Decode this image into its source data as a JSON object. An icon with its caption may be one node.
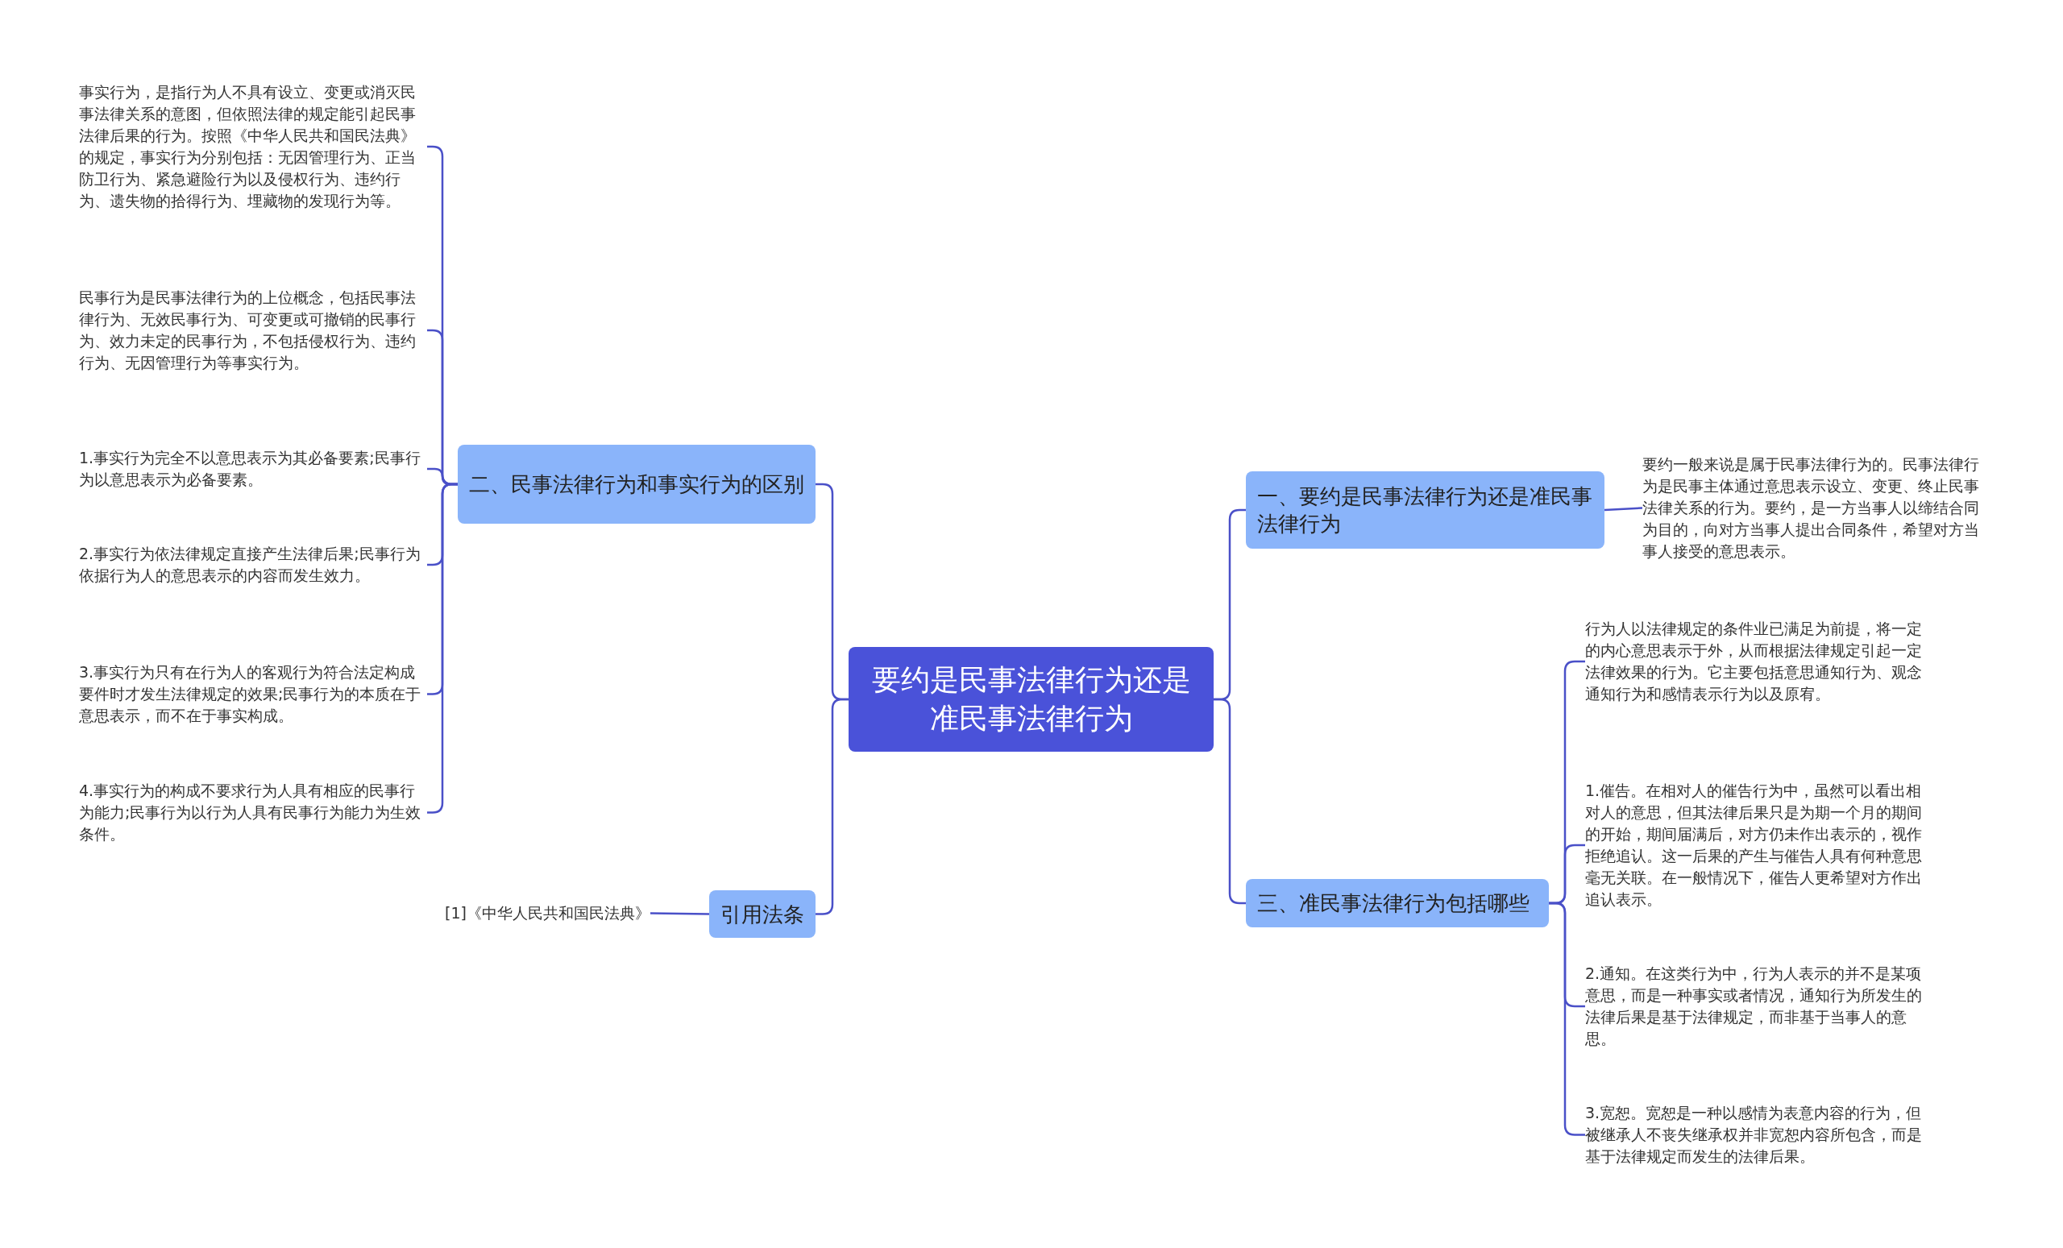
{
  "diagram": {
    "nodes": [
      {
        "text": [
          "要约是民事法律行为还是准民事法律行为"
        ]
      },
      {
        "text": [
          "一、要约是民事法律行为还是准民事法律行为"
        ]
      },
      {
        "text": [
          "要约一般来说是属于民事法律行为的。民事法律行为是民事主体通过意思表示设立、变更、终止民事法律关系的行为。要约，是一方当事人以缔结合同为目的，向对方当事人提出合同条件，希望对方当事人接受的意思表示。"
        ]
      },
      {
        "text": [
          "三、准民事法律行为包括哪些"
        ]
      },
      {
        "text": [
          "行为人以法律规定的条件业已满足为前提，将一定的内心意思表示于外，从而根据法律规定引起一定法律效果的行为。它主要包括意思通知行为、观念通知行为和感情表示行为以及原宥。"
        ]
      },
      {
        "text": [
          "1.催告。在相对人的催告行为中，虽然可以看出相对人的意思，但其法律后果只是为期一个月的期间的开始，期间届满后，对方仍未作出表示的，视作拒绝追认。这一后果的产生与催告人具有何种意思毫无关联。在一般情况下，催告人更希望对方作出追认表示。"
        ]
      },
      {
        "text": [
          "2.通知。在这类行为中，行为人表示的并不是某项意思，而是一种事实或者情况，通知行为所发生的法律后果是基于法律规定，而非基于当事人的意思。"
        ]
      },
      {
        "text": [
          "3.宽恕。宽恕是一种以感情为表意内容的行为，但被继承人不丧失继承权并非宽恕内容所包含，而是基于法律规定而发生的法律后果。"
        ]
      },
      {
        "text": [
          "二、民事法律行为和事实行为的区别"
        ]
      },
      {
        "text": [
          "事实行为，是指行为人不具有设立、变更或消灭民事法律关系的意图，但依照法律的规定能引起民事法律后果的行为。按照《中华人民共和国民法典》的规定，事实行为分别包括：无因管理行为、正当防卫行为、紧急避险行为以及侵权行为、违约行为、遗失物的拾得行为、埋藏物的发现行为等。"
        ]
      },
      {
        "text": [
          "民事行为是民事法律行为的上位概念，包括民事法律行为、无效民事行为、可变更或可撤销的民事行为、效力未定的民事行为，不包括侵权行为、违约行为、无因管理行为等事实行为。"
        ]
      },
      {
        "text": [
          "1.事实行为完全不以意思表示为其必备要素;民事行为以意思表示为必备要素。"
        ]
      },
      {
        "text": [
          "2.事实行为依法律规定直接产生法律后果;民事行为依据行为人的意思表示的内容而发生效力。"
        ]
      },
      {
        "text": [
          "3.事实行为只有在行为人的客观行为符合法定构成要件时才发生法律规定的效果;民事行为的本质在于意思表示，而不在于事实构成。"
        ]
      },
      {
        "text": [
          "4.事实行为的构成不要求行为人具有相应的民事行为能力;民事行为以行为人具有民事行为能力为生效条件。"
        ]
      },
      {
        "text": [
          "引用法条"
        ]
      },
      {
        "text": [
          "[1]《中华人民共和国民法典》"
        ]
      }
    ],
    "edges": [
      {
        "from": 0,
        "to": 1,
        "arrow": "none"
      },
      {
        "from": 1,
        "to": 2,
        "arrow": "none"
      },
      {
        "from": 0,
        "to": 3,
        "arrow": "none"
      },
      {
        "from": 3,
        "to": 4,
        "arrow": "none"
      },
      {
        "from": 3,
        "to": 5,
        "arrow": "none"
      },
      {
        "from": 3,
        "to": 6,
        "arrow": "none"
      },
      {
        "from": 3,
        "to": 7,
        "arrow": "none"
      },
      {
        "from": 0,
        "to": 8,
        "arrow": "none"
      },
      {
        "from": 8,
        "to": 9,
        "arrow": "none"
      },
      {
        "from": 8,
        "to": 10,
        "arrow": "none"
      },
      {
        "from": 8,
        "to": 11,
        "arrow": "none"
      },
      {
        "from": 8,
        "to": 12,
        "arrow": "none"
      },
      {
        "from": 8,
        "to": 13,
        "arrow": "none"
      },
      {
        "from": 8,
        "to": 14,
        "arrow": "none"
      },
      {
        "from": 0,
        "to": 15,
        "arrow": "none"
      },
      {
        "from": 15,
        "to": 16,
        "arrow": "none"
      }
    ]
  }
}
